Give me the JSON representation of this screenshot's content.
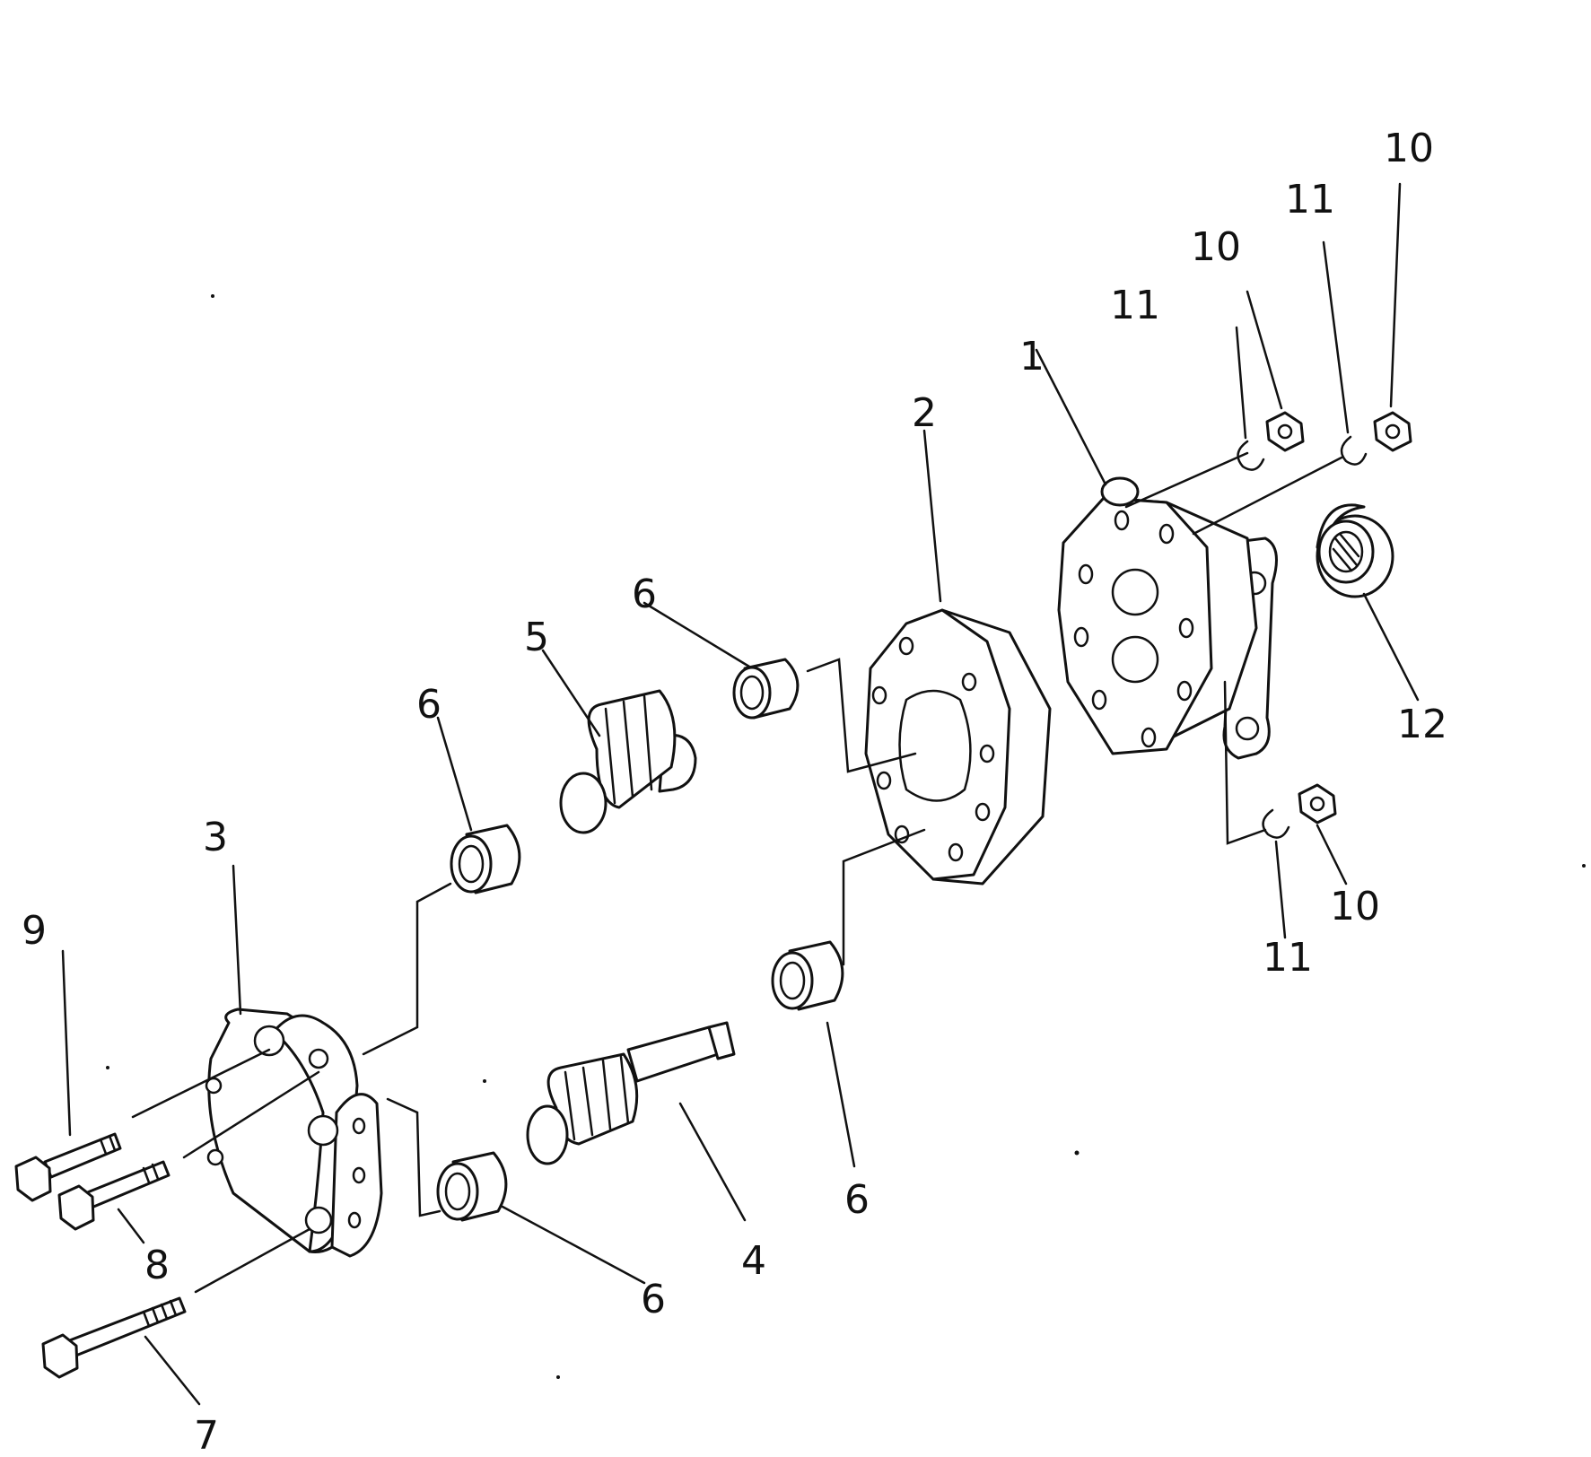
{
  "callouts": {
    "c1": "1",
    "c2": "2",
    "c3": "3",
    "c4": "4",
    "c5": "5",
    "c6": "6",
    "c7": "7",
    "c8": "8",
    "c9": "9",
    "c10": "10",
    "c11": "11",
    "c12": "12"
  },
  "colors": {
    "ink": "#111111",
    "paper": "#ffffff"
  }
}
